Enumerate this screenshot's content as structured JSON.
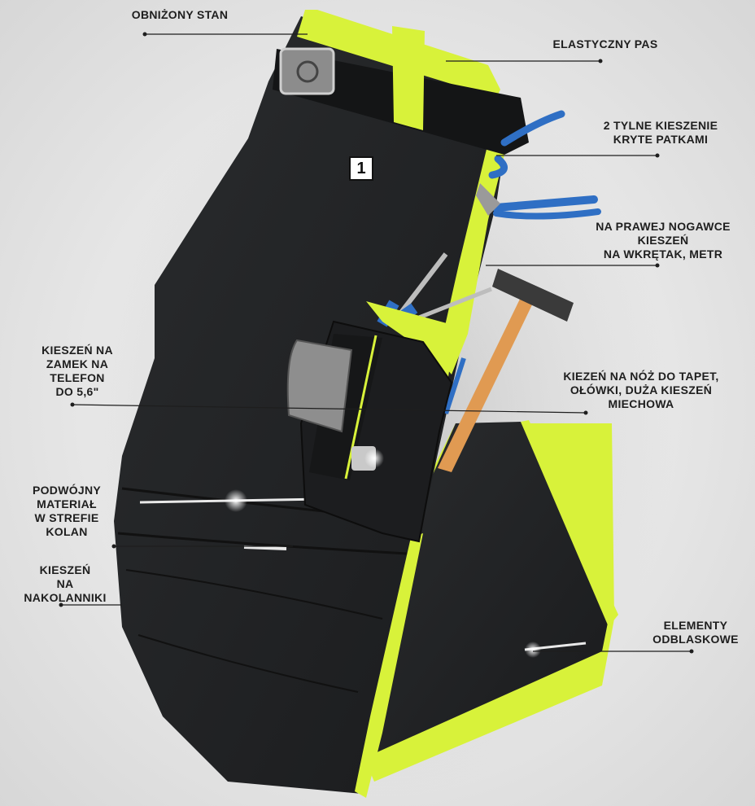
{
  "colors": {
    "fabric": "#222426",
    "hiviz": "#d8f23a",
    "leader": "#1e1e1e",
    "reflective": "#e9e9e9",
    "handle": "#e09a52",
    "plier_grip": "#2f6fc4"
  },
  "badge": {
    "text": "1"
  },
  "callouts": {
    "obnizony_stan": "OBNIŻONY STAN",
    "elastyczny_pas": "ELASTYCZNY PAS",
    "tylne_kieszenie": "2 TYLNE KIESZENIE\nKRYTE PATKAMI",
    "kieszen_wkretak": "NA PRAWEJ NOGAWCE\nKIESZEŃ\nNA WKRĘTAK, METR",
    "kieszen_telefon": "KIESZEŃ NA\nZAMEK NA\nTELEFON\nDO 5,6\"",
    "kieszen_noz": "KIEZEŃ NA NÓŻ DO TAPET,\nOŁÓWKI, DUŻA KIESZEŃ\nMIECHOWA",
    "podwojny_material": "PODWÓJNY\nMATERIAŁ\nW STREFIE\nKOLAN",
    "kieszen_nakolanniki": "KIESZEŃ\nNA\nNAKOLANNIKI",
    "elementy_odblaskowe": "ELEMENTY\nODBLASKOWE"
  }
}
